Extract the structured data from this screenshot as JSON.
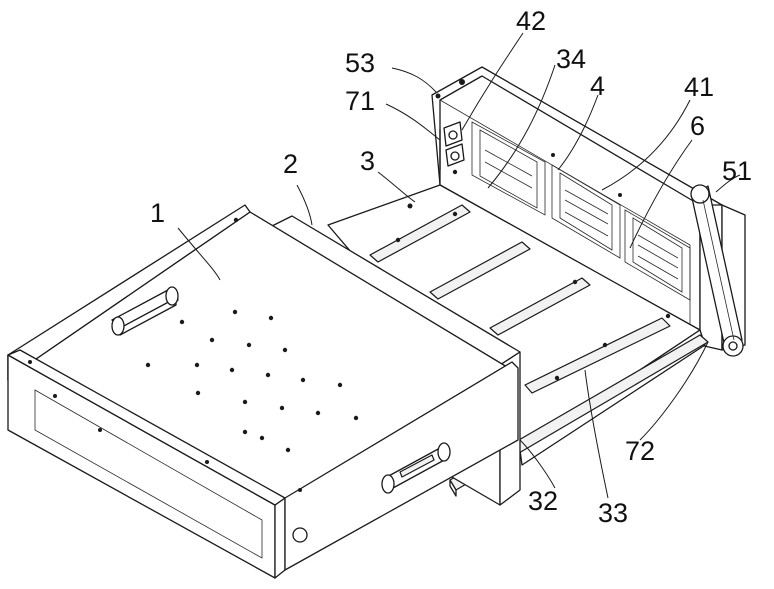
{
  "labels": {
    "l1": "1",
    "l2": "2",
    "l3": "3",
    "l4": "4",
    "l6": "6",
    "l32": "32",
    "l33": "33",
    "l34": "34",
    "l41": "41",
    "l42": "42",
    "l51": "51",
    "l53": "53",
    "l71": "71",
    "l72": "72"
  }
}
